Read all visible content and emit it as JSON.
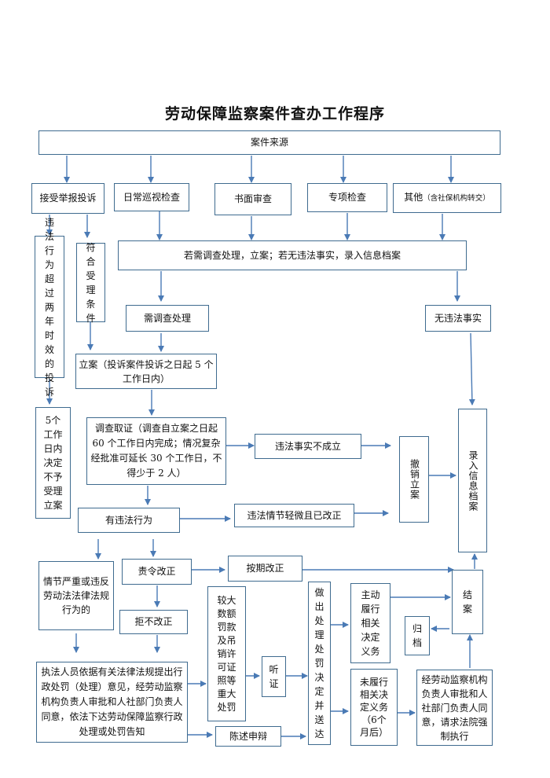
{
  "title": "劳动保障监察案件查办工作程序",
  "nodes": {
    "source": "案件来源",
    "complaint": "接受举报投诉",
    "patrol": "日常巡视检查",
    "written": "书面审查",
    "special": "专项检查",
    "other_main": "其他",
    "other_note": "（含社保机构转交）",
    "need_filing": "若需调查处理，立案；若无违法事实，录入信息档案",
    "expired": "违法行为超过两年时效的投诉",
    "eligible": "符合受理条件",
    "need_invest": "需调查处理",
    "no_fact": "无违法事实",
    "filing": "立案（投诉案件投诉之日起 5 个工作日内）",
    "five_days": "5个工作日内决定不予受理立案",
    "investigate": "调查取证（调查自立案之日起 60 个工作日内完成；情况复杂经批准可延长 30 个工作日，不得少于 2 人）",
    "not_established": "违法事实不成立",
    "revoke": "撤销立案",
    "record": "录入信息档案",
    "has_violation": "有违法行为",
    "minor": "违法情节轻微且已改正",
    "serious": "情节严重或违反劳动法法律法规行为的",
    "order": "责令改正",
    "on_time": "按期改正",
    "refuse": "拒不改正",
    "hearing_cases": "较大数额罚款及吊销许可证照等重大处罚",
    "hearing": "听证",
    "decision": "做出处理处罚决定并送达",
    "voluntary": "主动履行相关决定义务",
    "not_done": "未履行相关决定义务（6个月后）",
    "close": "结案",
    "archive": "归档",
    "enforce": "经劳动监察机构负责人审批和人社部门负责人同意，请求法院强制执行",
    "notice": "执法人员依据有关法律法规提出行政处罚（处理）意见，经劳动监察机构负责人审批和人社部门负责人同意，依法下达劳动保障监察行政处理或处罚告知",
    "defense": "陈述申辩"
  },
  "colors": {
    "border": "#3f6b8f",
    "arrow": "#4a7ab5"
  }
}
